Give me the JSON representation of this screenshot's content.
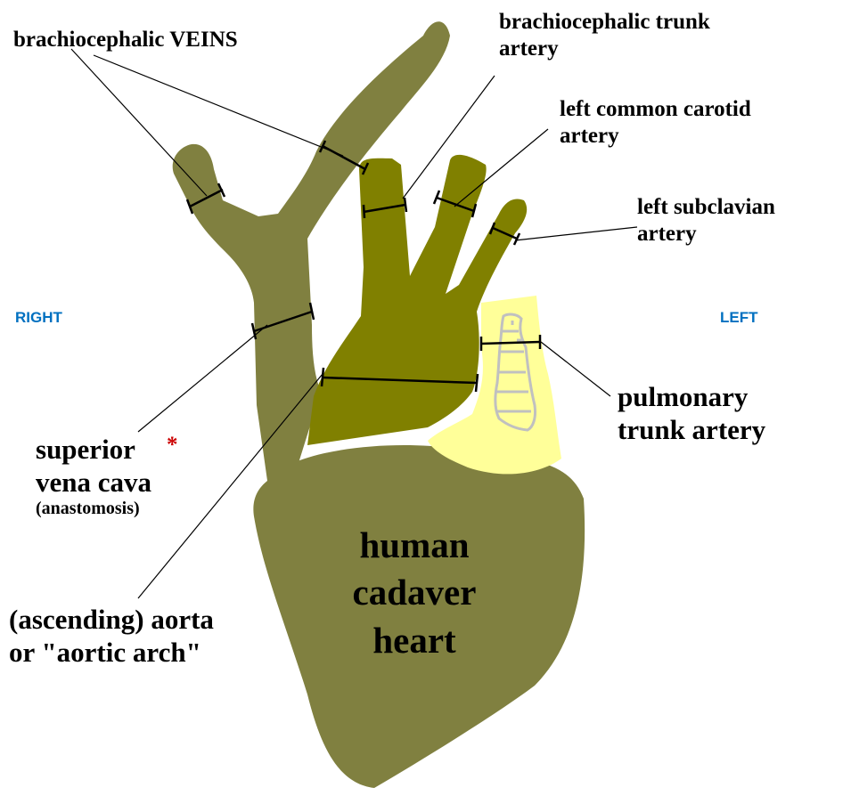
{
  "colors": {
    "heart": "#808040",
    "aorta": "#808000",
    "pulmonary": "#ffff99",
    "pulmonary_detail": "#c0c0c0",
    "side_labels": "#0070c0",
    "asterisk": "#cc0000",
    "lines": "#000000"
  },
  "labels": {
    "brachiocephalic_veins": "brachiocephalic VEINS",
    "brachiocephalic_trunk_line1": "brachiocephalic trunk",
    "brachiocephalic_trunk_line2": "artery",
    "left_common_carotid_line1": "left common carotid",
    "left_common_carotid_line2": "artery",
    "left_subclavian_line1": "left subclavian",
    "left_subclavian_line2": "artery",
    "right": "RIGHT",
    "left": "LEFT",
    "superior_vena_cava_line1": "superior",
    "superior_vena_cava_line2": "vena cava",
    "anastomosis": "(anastomosis)",
    "asterisk": "*",
    "pulmonary_trunk_line1": "pulmonary",
    "pulmonary_trunk_line2": "trunk artery",
    "aorta_line1": "(ascending) aorta",
    "aorta_line2": "or \"aortic arch\"",
    "heart_line1": "human",
    "heart_line2": "cadaver",
    "heart_line3": "heart"
  }
}
